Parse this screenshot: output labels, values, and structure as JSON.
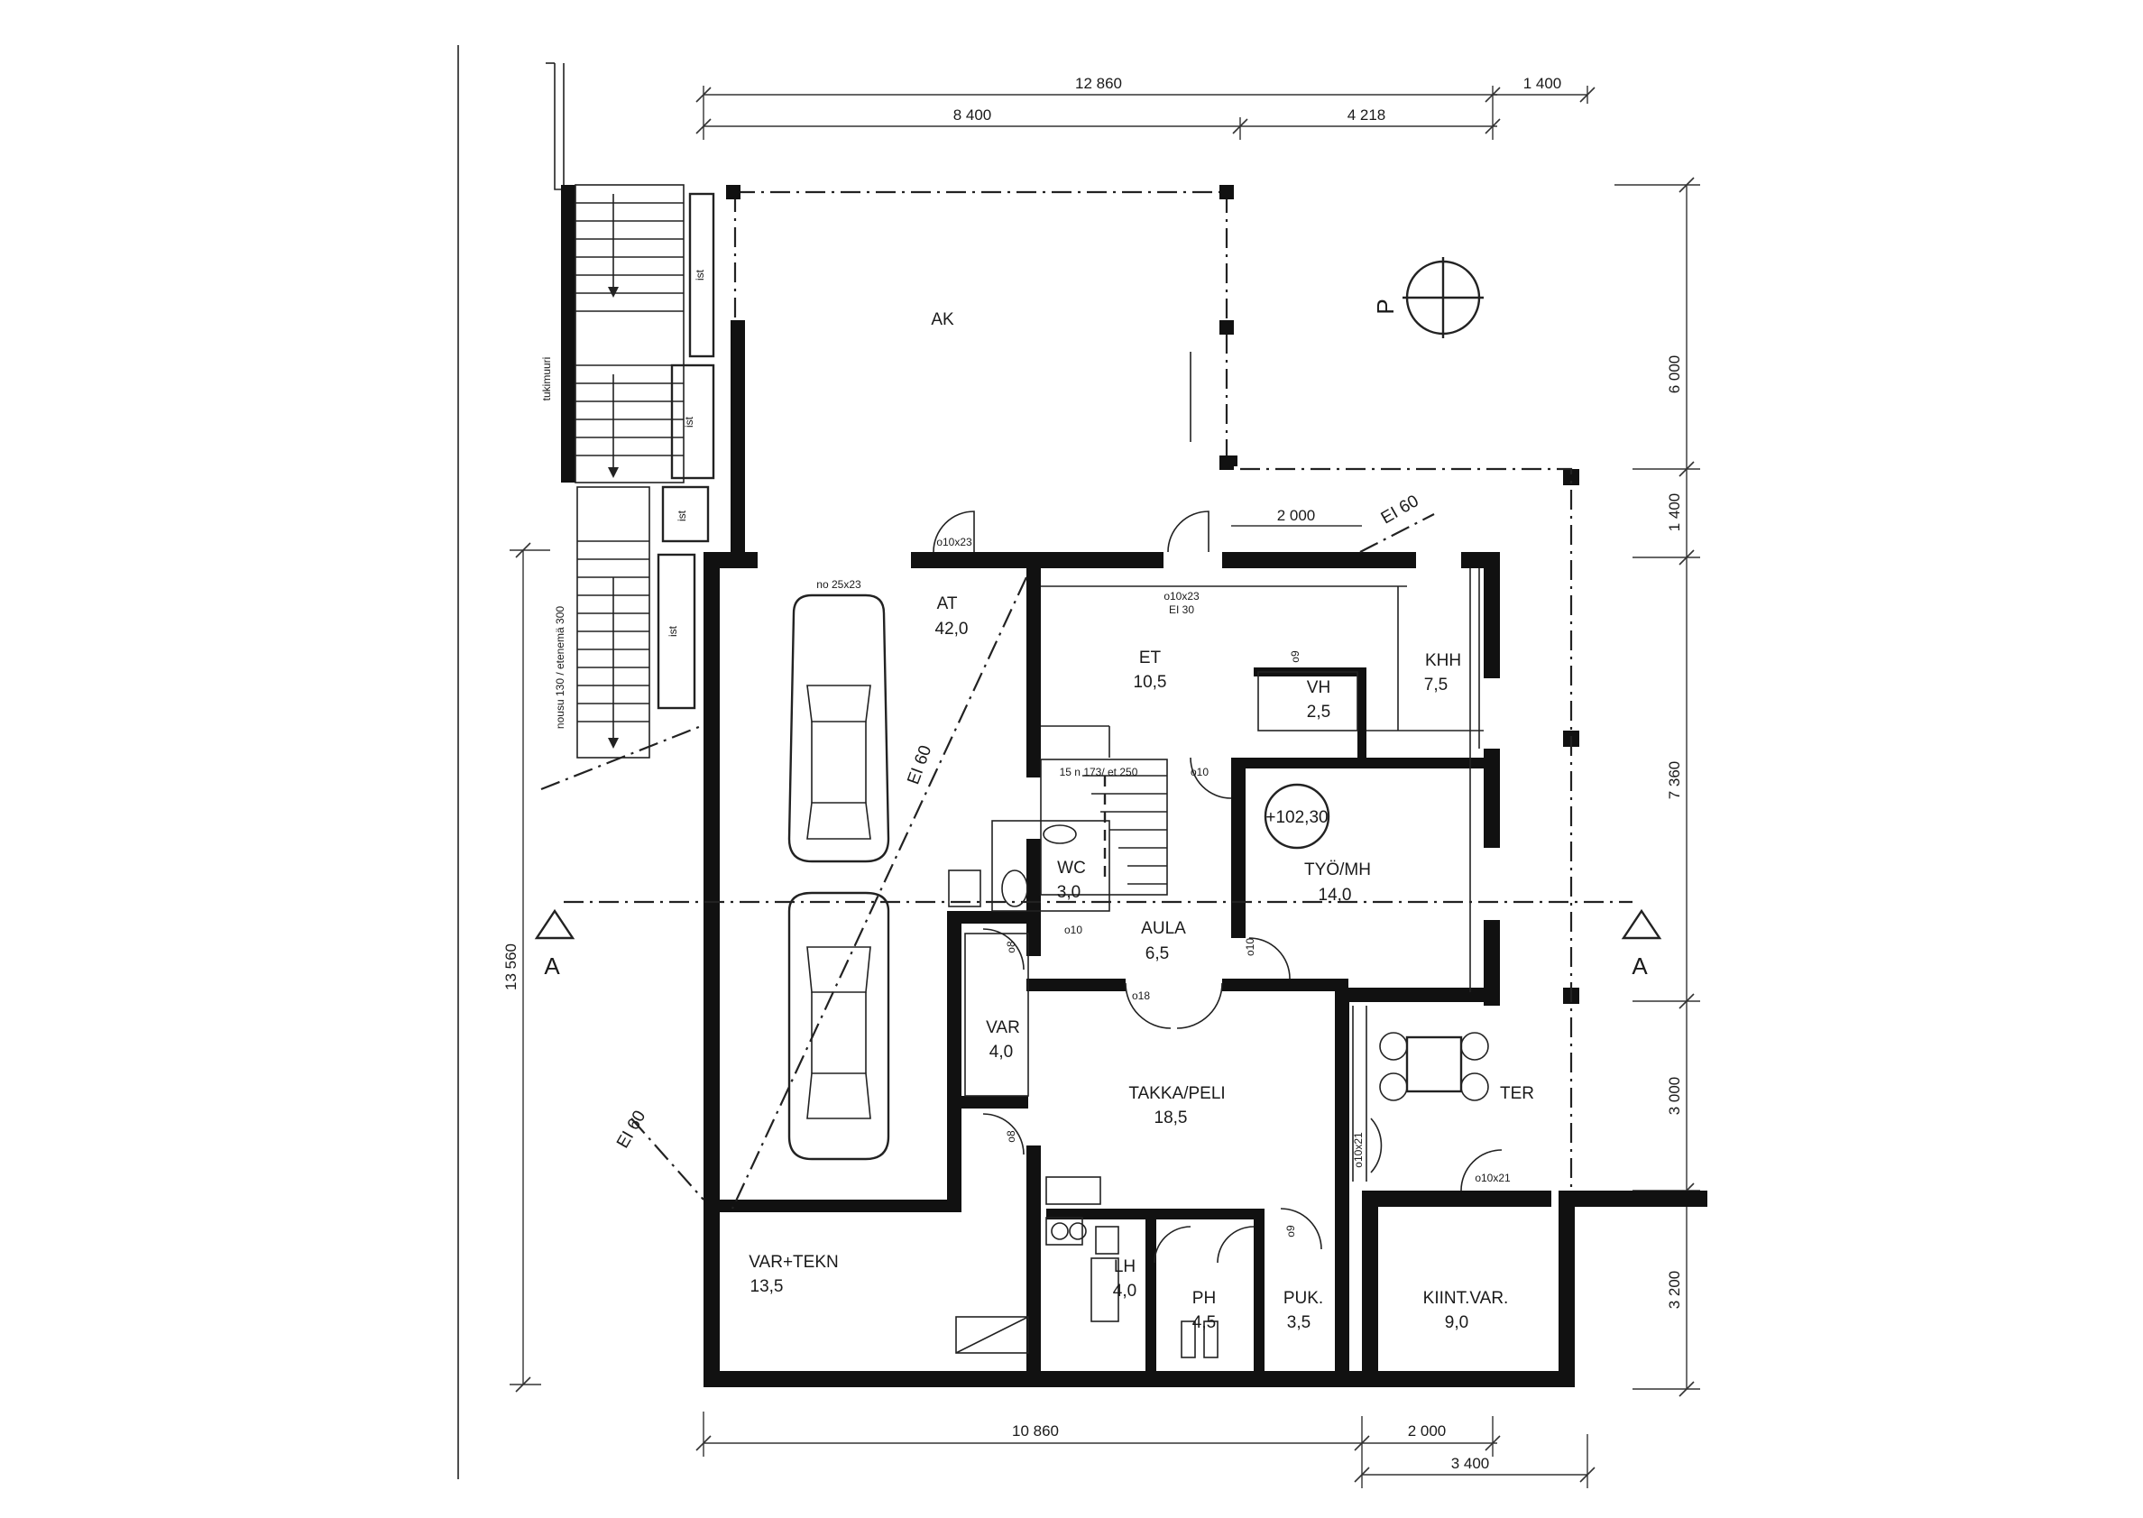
{
  "rooms": {
    "ak": {
      "name": "AK"
    },
    "at": {
      "name": "AT",
      "area": "42,0"
    },
    "et": {
      "name": "ET",
      "area": "10,5"
    },
    "vh": {
      "name": "VH",
      "area": "2,5"
    },
    "khh": {
      "name": "KHH",
      "area": "7,5"
    },
    "tyo": {
      "name": "TYÖ/MH",
      "area": "14,0"
    },
    "wc": {
      "name": "WC",
      "area": "3,0"
    },
    "aula": {
      "name": "AULA",
      "area": "6,5"
    },
    "var": {
      "name": "VAR",
      "area": "4,0"
    },
    "takka": {
      "name": "TAKKA/PELI",
      "area": "18,5"
    },
    "ter": {
      "name": "TER"
    },
    "vartekn": {
      "name": "VAR+TEKN",
      "area": "13,5"
    },
    "lh": {
      "name": "LH",
      "area": "4,0"
    },
    "ph": {
      "name": "PH",
      "area": "4,5"
    },
    "puk": {
      "name": "PUK.",
      "area": "3,5"
    },
    "kiint": {
      "name": "KIINT.VAR.",
      "area": "9,0"
    }
  },
  "dimensions": {
    "top_total": "12 860",
    "top_right": "1 400",
    "top_a": "8 400",
    "top_b": "4 218",
    "bottom_total": "10 860",
    "bottom_a": "2 000",
    "bottom_b": "3 400",
    "left_total": "13 560",
    "right_a": "6 000",
    "right_b": "1 400",
    "right_c": "7 360",
    "right_d": "3 000",
    "right_e": "3 200",
    "inner_2000": "2 000"
  },
  "annotations": {
    "level": "+102,30",
    "section_mark": "A",
    "fire_class": "EI 60",
    "fire_class_2": "EI 30",
    "north_mark": "P",
    "retaining_wall": "tukimuuri",
    "stair_note": "nousu 130 / etenemä 300",
    "stair_inner": "15 n 173/ et 250",
    "door_at_top": "o10x23",
    "door_garage": "no 25x23",
    "door_et": "o10x23",
    "door_o9": "o9",
    "door_o10": "o10",
    "door_o8": "o8",
    "door_o18": "o18",
    "door_o10x21": "o10x21",
    "door_o10x21b": "o10x21"
  }
}
